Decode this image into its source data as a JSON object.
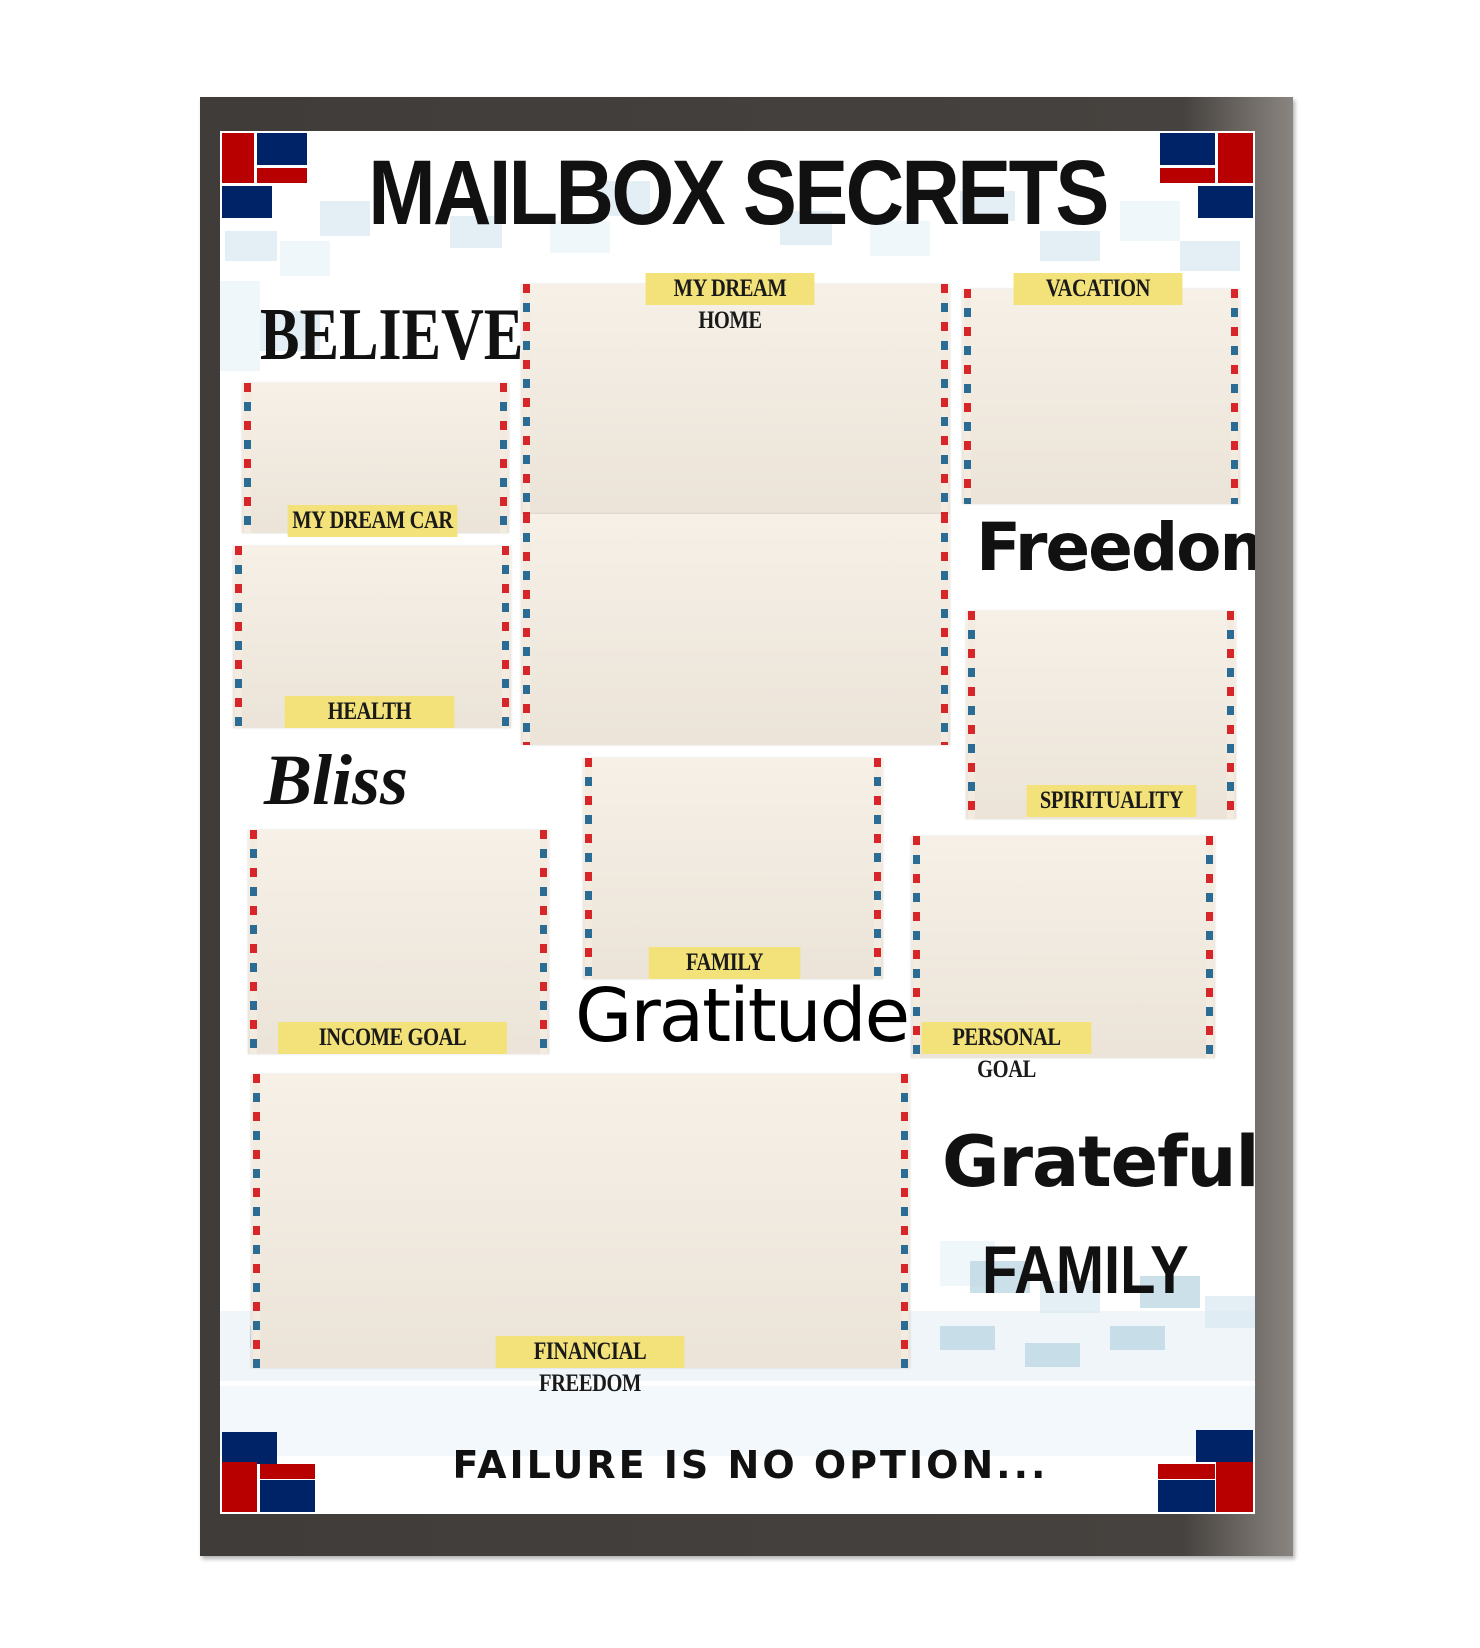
{
  "title": "MAILBOX  SECRETS",
  "words": {
    "believe": "BELIEVE",
    "freedom": "Freedom",
    "bliss": "Bliss",
    "gratitude": "Gratitude",
    "grateful": "Grateful",
    "family": "FAMILY"
  },
  "boxes": {
    "dream_car": "MY DREAM CAR",
    "health": "HEALTH",
    "dream_home": "MY DREAM HOME",
    "vacation": "VACATION",
    "spirituality": "SPIRITUALITY",
    "income_goal": "INCOME GOAL",
    "family": "FAMILY",
    "personal_goal": "PERSONAL GOAL",
    "financial_freedom": "FINANCIAL FREEDOM"
  },
  "footer": "FAILURE IS NO OPTION...",
  "colors": {
    "red": "#b90000",
    "navy": "#002266",
    "label": "#f3e27a",
    "frame": "#423f3c"
  }
}
